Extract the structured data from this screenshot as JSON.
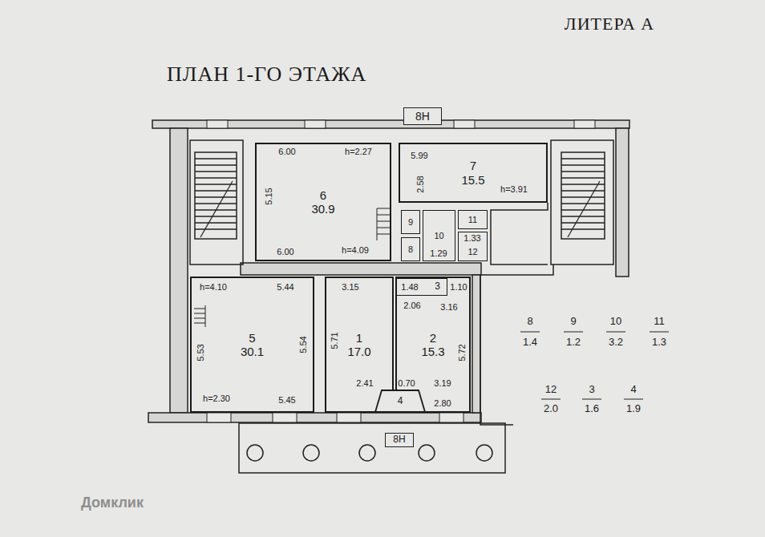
{
  "diagram": {
    "title": "ПЛАН 1-ГО ЭТАЖА",
    "nodes": [
      {
        "text": [
          "8Н"
        ]
      },
      {
        "text": [
          "6",
          "30.9"
        ]
      },
      {
        "text": [
          "7",
          "15.5"
        ]
      },
      {
        "text": [
          "9"
        ]
      },
      {
        "text": [
          "10"
        ]
      },
      {
        "text": [
          "11"
        ]
      },
      {
        "text": [
          "8"
        ]
      },
      {
        "text": [
          "12"
        ]
      },
      {
        "text": [
          "5",
          "30.1"
        ]
      },
      {
        "text": [
          "1",
          "17.0"
        ]
      },
      {
        "text": [
          "3"
        ]
      },
      {
        "text": [
          "2",
          "15.3"
        ]
      },
      {
        "text": [
          "4"
        ]
      },
      {
        "text": [
          "8Н"
        ]
      }
    ],
    "labels": [
      "ЛИТЕРА А",
      "6.00",
      "h=2.27",
      "5.15",
      "6.00",
      "h=4.09",
      "5.99",
      "2.58",
      "h=3.91",
      "1.29",
      "1.33",
      "h=4.10",
      "5.44",
      "5.53",
      "5.54",
      "h=2.30",
      "5.45",
      "3.15",
      "5.71",
      "1.48",
      "1.10",
      "2.06",
      "3.16",
      "5.72",
      "2.41",
      "0.70",
      "3.19",
      "2.80",
      "8",
      "1.4",
      "9",
      "1.2",
      "10",
      "3.2",
      "11",
      "1.3",
      "12",
      "2.0",
      "3",
      "1.6",
      "4",
      "1.9",
      "Домклик"
    ]
  }
}
